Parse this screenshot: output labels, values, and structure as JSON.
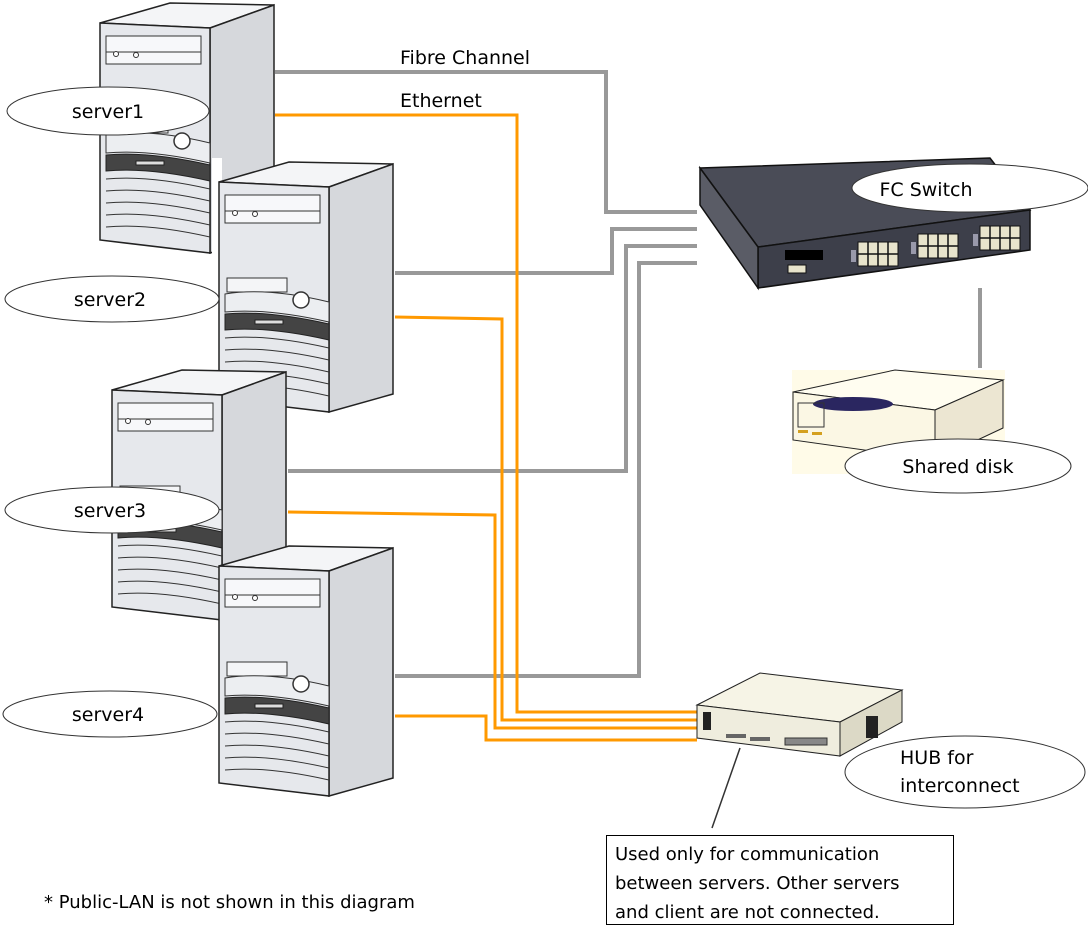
{
  "colors": {
    "fibre_channel": "#999999",
    "ethernet": "#ff9900",
    "switch_body": "#3d3f4a",
    "disk_background": "#fffbe8"
  },
  "cables": {
    "fibre_channel_label": "Fibre Channel",
    "ethernet_label": "Ethernet"
  },
  "servers": [
    {
      "label": "server1"
    },
    {
      "label": "server2"
    },
    {
      "label": "server3"
    },
    {
      "label": "server4"
    }
  ],
  "fc_switch": {
    "label": "FC Switch"
  },
  "shared_disk": {
    "label": "Shared disk"
  },
  "hub": {
    "label_line1": "HUB for",
    "label_line2": "interconnect"
  },
  "note": {
    "lines": [
      "Used only for communication",
      "between servers. Other servers",
      "and client are not connected."
    ]
  },
  "footnote": "* Public-LAN is not shown in this diagram"
}
